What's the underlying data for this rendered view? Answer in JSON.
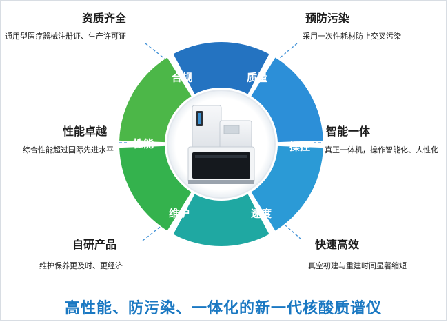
{
  "segments": [
    {
      "key": "hegui",
      "label": "合规",
      "color": "#2473c1"
    },
    {
      "key": "zhiliang",
      "label": "质量",
      "color": "#2c8fd8"
    },
    {
      "key": "caokong",
      "label": "操控",
      "color": "#2b9ad6"
    },
    {
      "key": "sudu",
      "label": "速度",
      "color": "#1fa8a2"
    },
    {
      "key": "weihu",
      "label": "维护",
      "color": "#34b24d"
    },
    {
      "key": "xingneng",
      "label": "性能",
      "color": "#4cb748"
    }
  ],
  "features": {
    "top_left": {
      "title": "资质齐全",
      "desc": "通用型医疗器械注册证、生产许可证"
    },
    "top_right": {
      "title": "预防污染",
      "desc": "采用一次性耗材防止交叉污染"
    },
    "mid_left": {
      "title": "性能卓越",
      "desc": "综合性能超过国际先进水平"
    },
    "mid_right": {
      "title": "智能一体",
      "desc": "真正一体机，操作智能化、人性化"
    },
    "bottom_left": {
      "title": "自研产品",
      "desc": "维护保养更及时、更经济"
    },
    "bottom_right": {
      "title": "快速高效",
      "desc": "真空初建与重建时间显著缩短"
    }
  },
  "footer_title": "高性能、防污染、一体化的新一代核酸质谱仪",
  "colors": {
    "accent": "#1a78c2",
    "dash": "#3d8fd6"
  }
}
